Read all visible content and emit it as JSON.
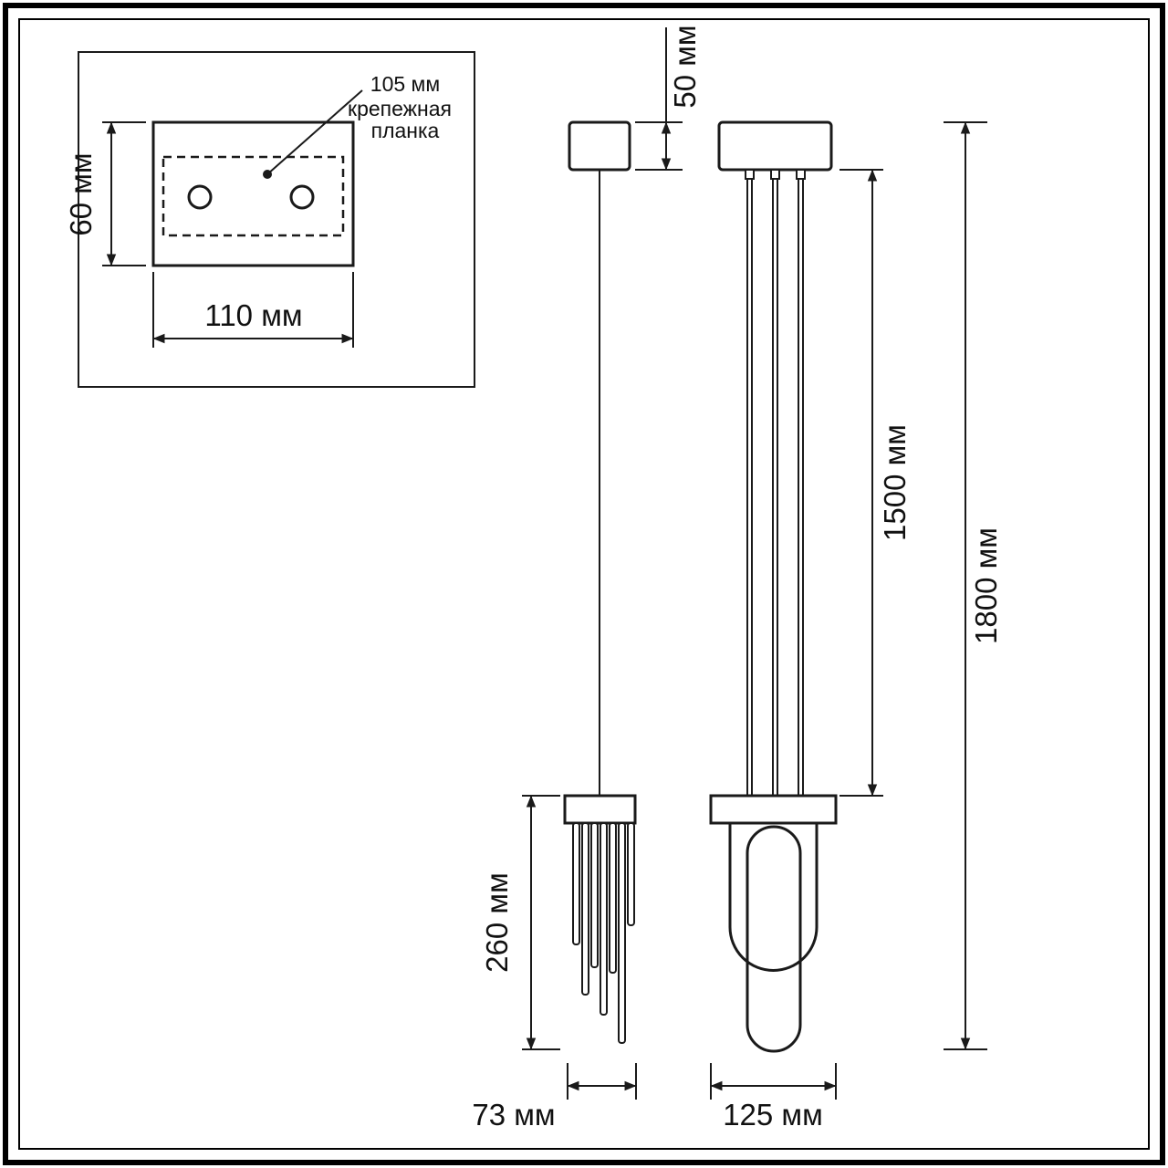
{
  "colors": {
    "ink": "#1a1a1a",
    "background": "#ffffff"
  },
  "inset": {
    "plate_spacing_label": "105 мм",
    "plate_name_line1": "крепежная",
    "plate_name_line2": "планка",
    "height_label": "60 мм",
    "width_label": "110 мм"
  },
  "side_view": {
    "canopy_height_label": "50 мм",
    "tubes_height_label": "260 мм",
    "width_label": "73 мм"
  },
  "front_view": {
    "suspension_label": "1500 мм",
    "overall_height_label": "1800 мм",
    "width_label": "125 мм"
  }
}
